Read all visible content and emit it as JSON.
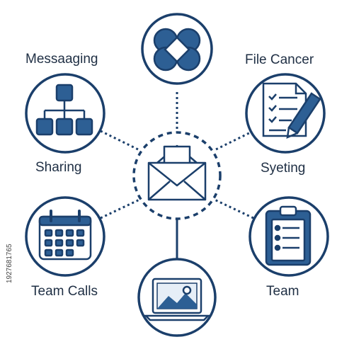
{
  "labels": {
    "messaging": "Messaaging",
    "file": "File Cancer",
    "sharing": "Sharing",
    "syeting": "Syeting",
    "team_calls": "Team Calls",
    "team": "Team"
  },
  "stock_id": "1927681765",
  "colors": {
    "navy": "#1b3f6b",
    "fill": "#2d5f94",
    "light": "#e6eef7"
  },
  "nodes": [
    {
      "name": "hub",
      "icon": "open-envelope-icon"
    },
    {
      "name": "top",
      "icon": "interlocking-circles-icon"
    },
    {
      "name": "left-upper",
      "icon": "org-chart-icon"
    },
    {
      "name": "right-upper",
      "icon": "document-pen-icon"
    },
    {
      "name": "left-lower",
      "icon": "calendar-icon"
    },
    {
      "name": "right-lower",
      "icon": "clipboard-checklist-icon"
    },
    {
      "name": "bottom",
      "icon": "laptop-image-icon"
    }
  ]
}
